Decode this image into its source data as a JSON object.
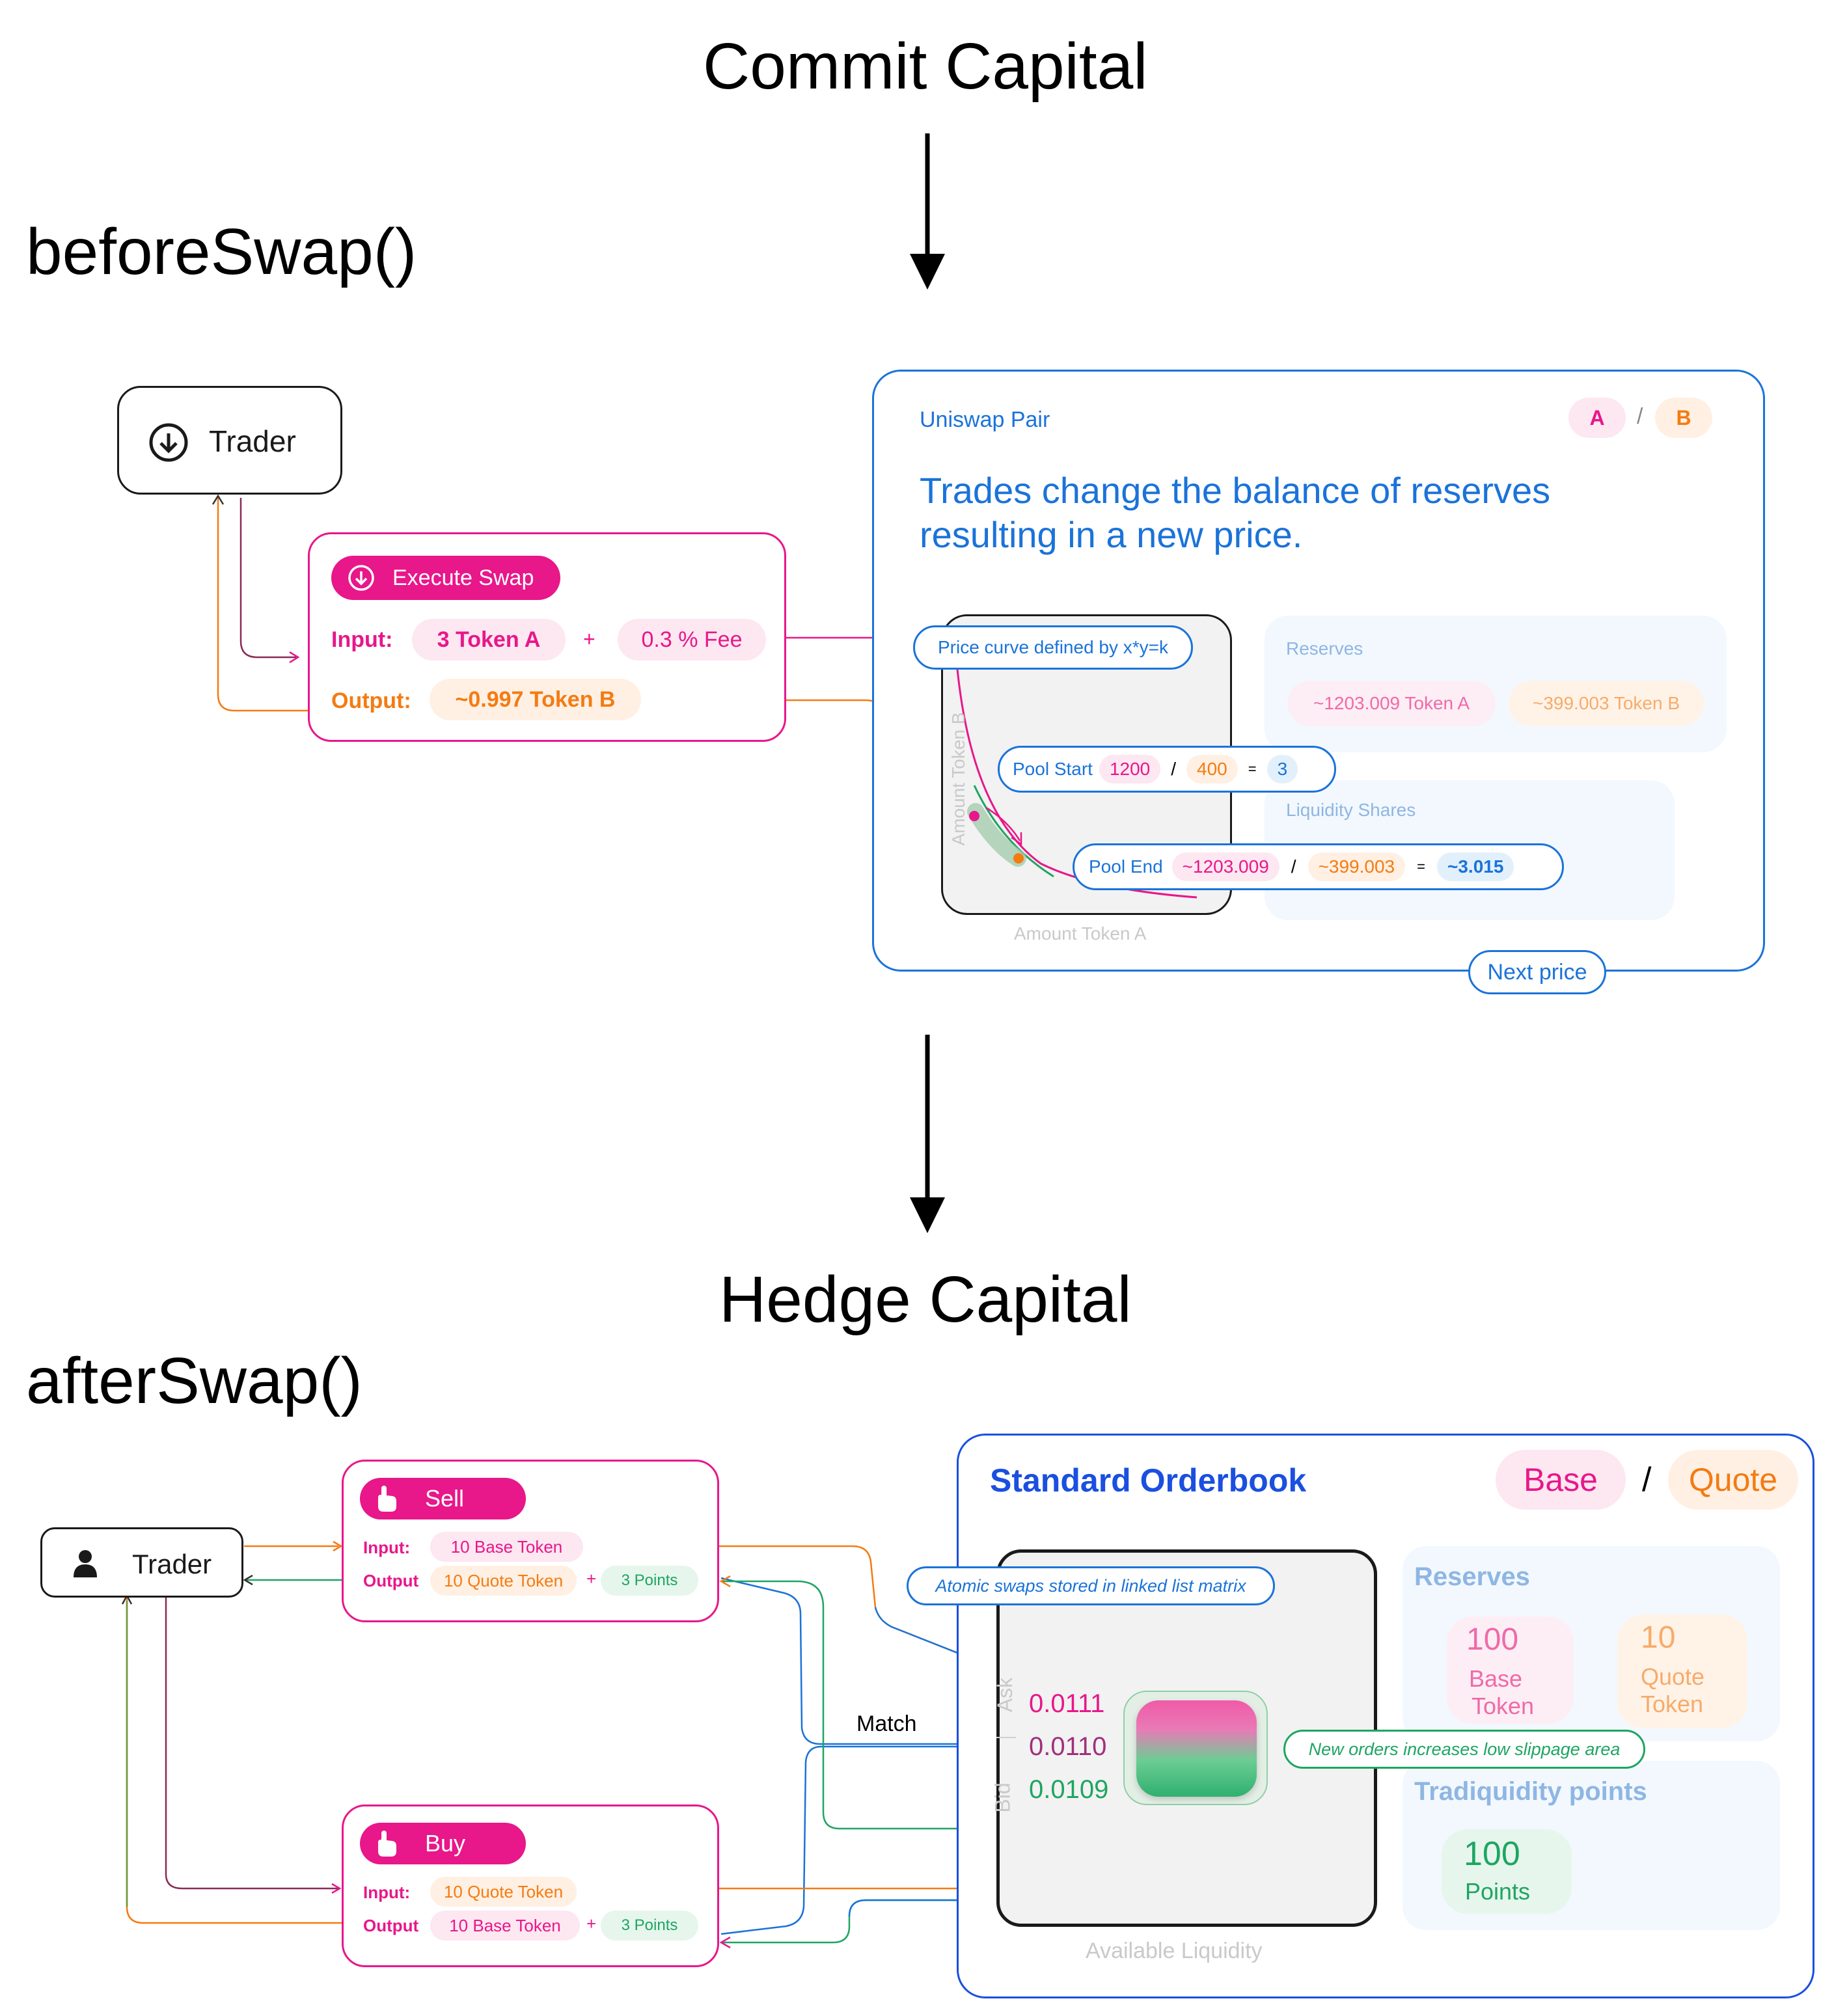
{
  "headings": {
    "commit": "Commit Capital",
    "before_swap": "beforeSwap()",
    "hedge": "Hedge Capital",
    "after_swap": "afterSwap()"
  },
  "top": {
    "trader_label": "Trader",
    "execute_swap_label": "Execute Swap",
    "input_label": "Input:",
    "input_value": "3 Token A",
    "plus": "+",
    "fee_value": "0.3 % Fee",
    "output_label": "Output:",
    "output_value": "~0.997 Token B",
    "pair": {
      "title": "Uniswap Pair",
      "token_a": "A",
      "slash": "/",
      "token_b": "B",
      "headline_line1": "Trades change the balance of reserves",
      "headline_line2": "resulting in a new price.",
      "curve_label": "Price curve defined by x*y=k",
      "axis_y": "Amount Token B",
      "axis_x": "Amount Token A",
      "reserves_title": "Reserves",
      "reserve_a": "~1203.009 Token A",
      "reserve_b": "~399.003 Token B",
      "liquidity_title": "Liquidity Shares",
      "pool_start": {
        "label": "Pool Start",
        "a": "1200",
        "slash": "/",
        "b": "400",
        "eq": "=",
        "price": "3"
      },
      "pool_end": {
        "label": "Pool End",
        "a": "~1203.009",
        "slash": "/",
        "b": "~399.003",
        "eq": "=",
        "price": "~3.015"
      },
      "next_price": "Next price"
    }
  },
  "bottom": {
    "trader_label": "Trader",
    "sell": {
      "label": "Sell",
      "input_label": "Input:",
      "input_value": "10 Base Token",
      "output_label": "Output",
      "output_value": "10 Quote Token",
      "plus": "+",
      "points": "3 Points"
    },
    "buy": {
      "label": "Buy",
      "input_label": "Input:",
      "input_value": "10 Quote Token",
      "output_label": "Output",
      "output_value": "10 Base Token",
      "plus": "+",
      "points": "3 Points"
    },
    "match_label": "Match",
    "orderbook": {
      "title": "Standard Orderbook",
      "base": "Base",
      "slash": "/",
      "quote": "Quote",
      "atomic_label": "Atomic swaps stored in linked list matrix",
      "ask_label": "Ask",
      "bid_label": "Bid",
      "prices": [
        "0.0111",
        "0.0110",
        "0.0109"
      ],
      "new_orders_label": "New orders increases low slippage area",
      "available_liquidity": "Available Liquidity",
      "reserves_title": "Reserves",
      "reserve_base_num": "100",
      "reserve_base_l1": "Base",
      "reserve_base_l2": "Token",
      "reserve_quote_num": "10",
      "reserve_quote_l1": "Quote",
      "reserve_quote_l2": "Token",
      "points_title": "Tradiquidity points",
      "points_num": "100",
      "points_label": "Points"
    }
  },
  "colors": {
    "pink": "#e8178a",
    "orange": "#f47b12",
    "blue": "#1a73d9",
    "green": "#1ea562",
    "royal": "#1a4fe0"
  }
}
